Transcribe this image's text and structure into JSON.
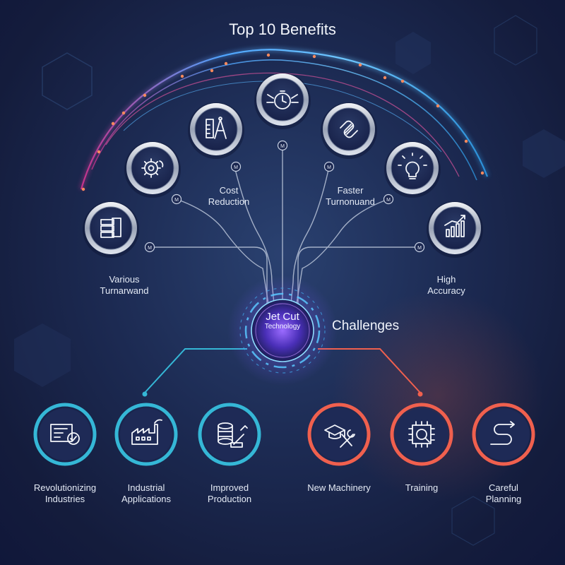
{
  "title": "Top 10 Benefits",
  "center": {
    "line1": "Jet Cut",
    "line2": "Technology"
  },
  "challenges_heading": "Challenges",
  "top_labels": {
    "cost": [
      "Cost",
      "Reduction"
    ],
    "faster": [
      "Faster",
      "Turnonuand"
    ],
    "various": [
      "Various",
      "Turnarwand"
    ],
    "accuracy": [
      "High",
      "Accuracy"
    ]
  },
  "bottom_items": [
    {
      "label": [
        "Revolutionizing",
        "Industries"
      ],
      "icon": "certificate-icon",
      "group": "benefit"
    },
    {
      "label": [
        "Industrial",
        "Applications"
      ],
      "icon": "factory-icon",
      "group": "benefit"
    },
    {
      "label": [
        "Improved",
        "Production"
      ],
      "icon": "spool-icon",
      "group": "benefit"
    },
    {
      "label": [
        "New Machinery"
      ],
      "icon": "tools-cap-icon",
      "group": "challenge"
    },
    {
      "label": [
        "Training"
      ],
      "icon": "chip-icon",
      "group": "challenge"
    },
    {
      "label": [
        "Careful",
        "Planning"
      ],
      "icon": "route-icon",
      "group": "challenge"
    }
  ],
  "top_icons": [
    "server-stack-icon",
    "gear-icon",
    "drafting-tools-icon",
    "stopwatch-icon",
    "link-icon",
    "lightbulb-icon",
    "growth-chart-icon"
  ],
  "node_marker": "M",
  "colors": {
    "teal": "#35b7d6",
    "coral": "#f0604e",
    "arc_blue": "#4fb4ff",
    "arc_pink": "#e24c9c",
    "core": "#6fd3ff"
  }
}
